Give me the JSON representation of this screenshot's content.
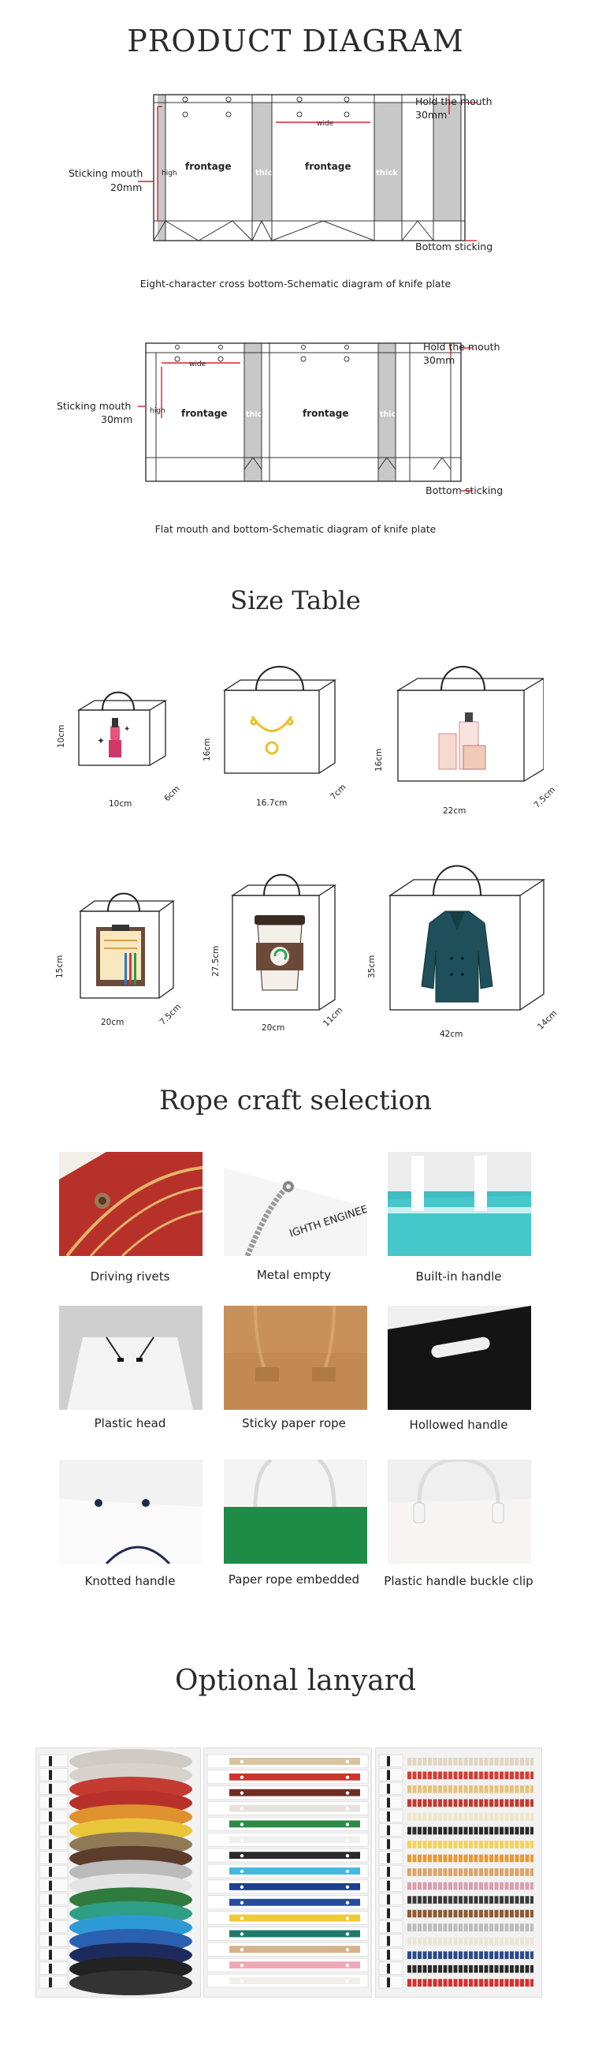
{
  "diagram": {
    "title": "PRODUCT DIAGRAM",
    "d1": {
      "hold": "Hold the mouth",
      "hold_mm": "30mm",
      "stick": "Sticking mouth",
      "stick_mm": "20mm",
      "bottom": "Bottom sticking",
      "high": "high",
      "frontage": "frontage",
      "thick": "thick",
      "wide": "wide",
      "caption": "Eight-character cross bottom-Schematic diagram of knife plate"
    },
    "d2": {
      "hold": "Hold the mouth",
      "hold_mm": "30mm",
      "stick": "Sticking mouth",
      "stick_mm": "30mm",
      "bottom": "Bottom sticking",
      "high": "high",
      "frontage": "frontage",
      "thick": "thick",
      "wide": "wide",
      "caption": "Flat mouth and bottom-Schematic diagram of knife plate"
    },
    "colors": {
      "red": "#d9232d",
      "gray": "#c8c8c8"
    }
  },
  "size_table": {
    "title": "Size Table",
    "items": [
      {
        "h": "10cm",
        "w": "10cm",
        "d": "6cm",
        "icon": "lipstick-icon"
      },
      {
        "h": "16cm",
        "w": "16.7cm",
        "d": "7cm",
        "icon": "necklace-icon"
      },
      {
        "h": "16cm",
        "w": "22cm",
        "d": "7.5cm",
        "icon": "cosmetics-icon"
      },
      {
        "h": "15cm",
        "w": "20cm",
        "d": "7.5cm",
        "icon": "clipboard-icon"
      },
      {
        "h": "27.5cm",
        "w": "20cm",
        "d": "11cm",
        "icon": "coffee-cup-icon"
      },
      {
        "h": "35cm",
        "w": "42cm",
        "d": "14cm",
        "icon": "coat-icon"
      }
    ]
  },
  "rope_craft": {
    "title": "Rope craft selection",
    "items": [
      {
        "label": "Driving rivets",
        "icon": "rivet-photo"
      },
      {
        "label": "Metal empty",
        "icon": "metal-eyelet-photo",
        "photo_text": "IGHTH ENGINEERING"
      },
      {
        "label": "Built-in handle",
        "icon": "built-in-handle-photo"
      },
      {
        "label": "Plastic head",
        "icon": "plastic-head-photo"
      },
      {
        "label": "Sticky paper rope",
        "icon": "paper-rope-photo"
      },
      {
        "label": "Hollowed handle",
        "icon": "hollow-handle-photo"
      },
      {
        "label": "Knotted handle",
        "icon": "knotted-handle-photo"
      },
      {
        "label": "Paper rope embedded",
        "icon": "embedded-rope-photo"
      },
      {
        "label": "Plastic handle buckle clip",
        "icon": "buckle-clip-photo"
      }
    ]
  },
  "lanyard": {
    "title": "Optional lanyard",
    "ribbon_colors": [
      "#cfcac4",
      "#d8d2cc",
      "#c43b32",
      "#b8302a",
      "#e0912f",
      "#e9c63a",
      "#8f7a55",
      "#5c3d2b",
      "#bbbbbb",
      "#e4e4e4",
      "#2f7a3c",
      "#2f9e86",
      "#2e9ad5",
      "#2b5fb0",
      "#1d2b5c",
      "#222222",
      "#333333"
    ],
    "paper_colors": [
      "#d8c4a0",
      "#c9372c",
      "#6e2e22",
      "#e7e3dc",
      "#2d8a46",
      "#efefef",
      "#2a2a2a",
      "#3fb9e0",
      "#1e3e8f",
      "#264a9e",
      "#f0c93a",
      "#1f7a6b",
      "#d5b38a",
      "#f2a7b8",
      "#f1efe9"
    ],
    "cord_colors": [
      "#e2d5bf",
      "#d43d33",
      "#e6c27a",
      "#c23a2f",
      "#f0e6c8",
      "#2a2a2a",
      "#f1d35a",
      "#e69a3a",
      "#d9a66a",
      "#d9a0b0",
      "#3a3a3a",
      "#8f5a33",
      "#bdbdbd",
      "#ece5d6",
      "#2b4a8a",
      "#2a2a2a",
      "#d62f2f"
    ]
  }
}
